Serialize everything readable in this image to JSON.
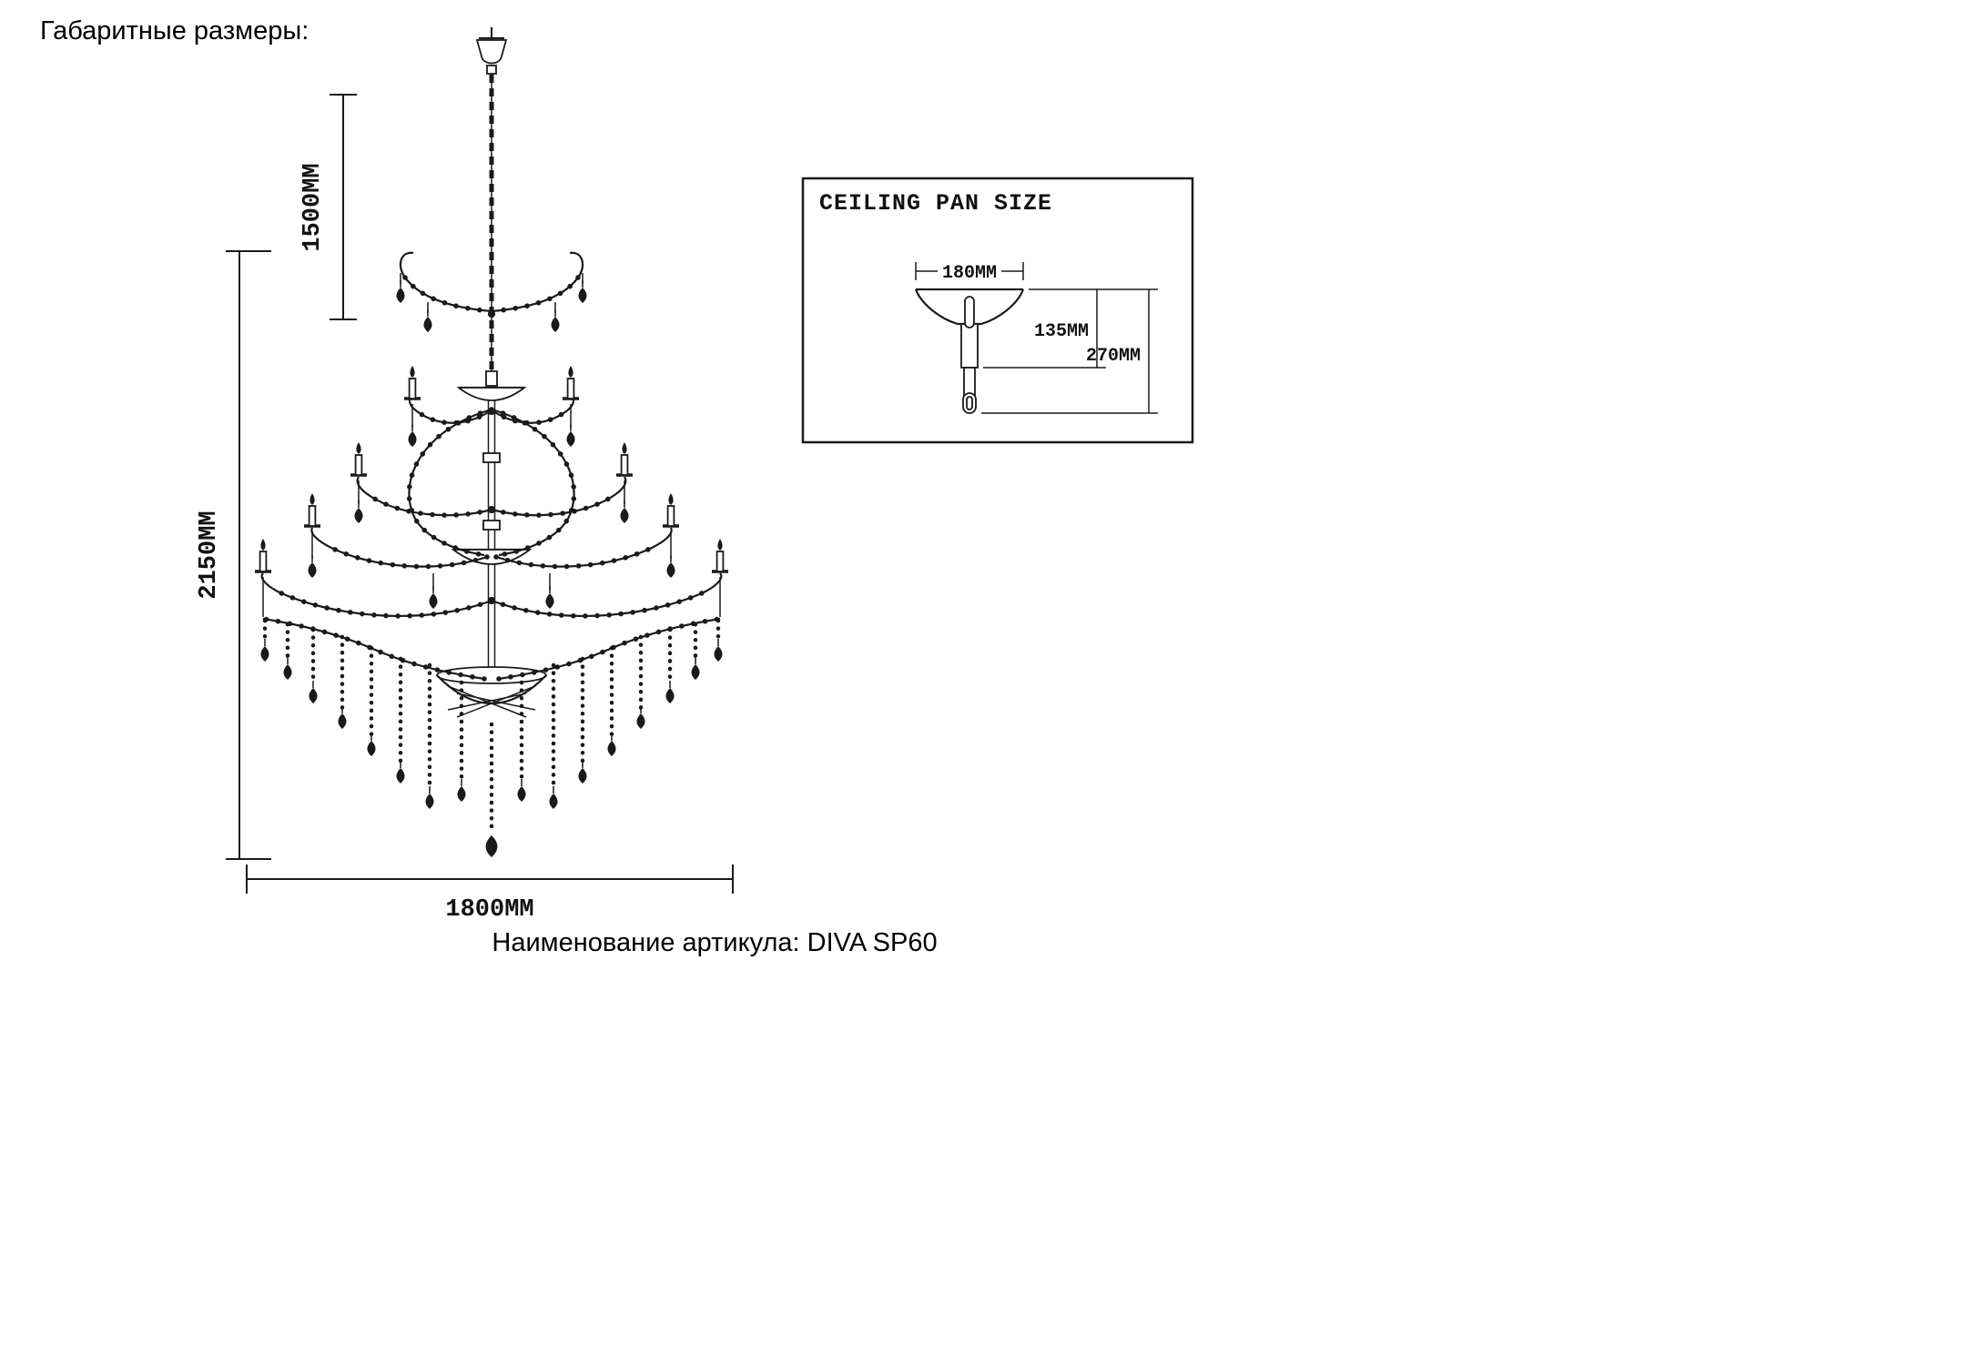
{
  "page": {
    "title": "Габаритные размеры:",
    "caption": "Наименование артикула: DIVA SP60"
  },
  "dimensions": {
    "chain_height": "1500MM",
    "total_height": "2150MM",
    "width": "1800MM"
  },
  "ceiling_pan": {
    "title": "CEILING PAN SIZE",
    "width": "180MM",
    "cup_height": "135MM",
    "total_height": "270MM"
  },
  "colors": {
    "line": "#1a1a1a",
    "background": "#ffffff"
  }
}
